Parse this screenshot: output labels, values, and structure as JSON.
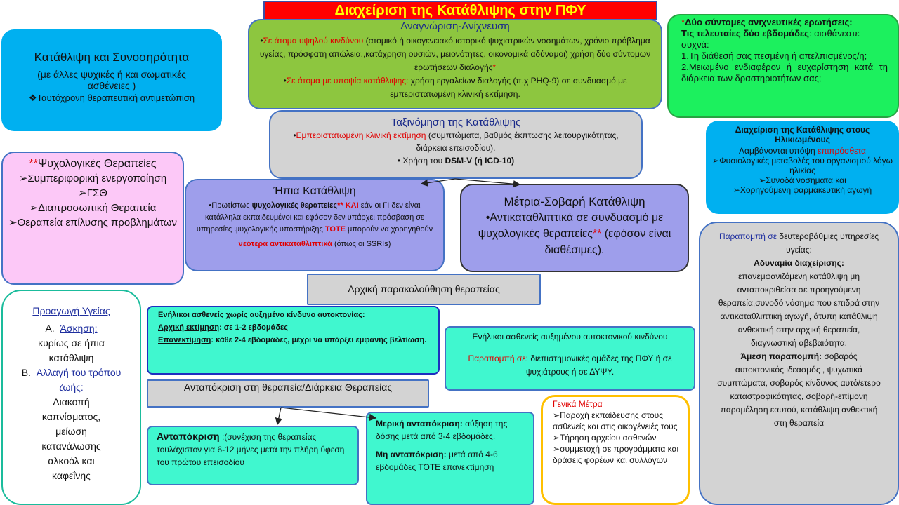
{
  "title": "Διαχείριση της Κατάθλιψης στην ΠΦΥ",
  "comorbidity": {
    "heading": "Κατάθλιψη και Συνοσηρότητα",
    "line1": "(με άλλες ψυχικές ή και σωματικές ασθένειες )",
    "line2": "Ταυτόχρονη θεραπευτική αντιμετώπιση",
    "bullet": "❖"
  },
  "recognition": {
    "heading": "Αναγνώριση-Ανίχνευση",
    "bullet": "•",
    "p1_label": "Σε άτομα υψηλού κινδύνου",
    "p1_text": " (ατομικό ή οικογενειακό ιστορικό ψυχιατρικών νοσημάτων, χρόνιο πρόβλημα υγείας, πρόσφατη απώλεια,,κατάχρηση ουσιών, μειονότητες, οικονομικά αδύναμοι) χρήση δύο σύντομων ερωτήσεων διαλογής",
    "p1_star": "*",
    "p2_label": "Σε άτομα με υποψία κατάθλιψης:",
    "p2_text": " χρήση εργαλείων διαλογής (π.χ PHQ-9) σε συνδυασμό με εμπεριστατωμένη κλινική εκτίμηση."
  },
  "questions": {
    "star": "*",
    "heading": "Δύο σύντομες ανιχνευτικές ερωτήσεις:",
    "lead_bold": "Τις τελευταίες δύο εβδομάδες",
    "lead_rest": ": αισθάνεστε συχνά:",
    "q1": "1.Τη διάθεσή σας πεσμένη ή απελπισμένος/η;",
    "q2": "2.Μειωμένο ενδιαφέρον ή ευχαρίστηση κατά τη διάρκεια των δραστηριοτήτων σας;"
  },
  "classification": {
    "heading": "Ταξινόμηση της Κατάθλιψης",
    "bullet": "•",
    "p1_label": "Εμπεριστατωμένη κλινική εκτίμηση",
    "p1_text": " (συμπτώματα, βαθμός έκπτωσης λειτουργικότητας, διάρκεια επεισοδίου).",
    "p2_text": "Χρήση του ",
    "p2_bold": "DSM-V (ή ICD-10)"
  },
  "elderly": {
    "heading": "Διαχείριση της Κατάθλιψης στους Ηλικιωμένους",
    "line1": "Λαμβάνονται υπόψη ",
    "line1_red": "επιπρόσθετα",
    "arrow": "➢",
    "items": [
      "Φυσιολογικές μεταβολές του οργανισμού λόγω ηλικίας",
      "Συνοδά νοσήματα και",
      "Χορηγούμενη φαρμακευτική αγωγή"
    ]
  },
  "psych": {
    "stars": "**",
    "heading": "Ψυχολογικές Θεραπείες",
    "arrow": "➢",
    "items": [
      "Συμπεριφορική ενεργοποίηση",
      "ΓΣΘ",
      "Διαπροσωπική Θεραπεία",
      "Θεραπεία επίλυσης προβλημάτων"
    ]
  },
  "mild": {
    "heading": "Ήπια Κατάθλιψη",
    "t1": "•Πρωτίστως ",
    "t2_bold": "ψυχολογικές θεραπείες",
    "t3_red": "** ΚΑΙ",
    "t4": " εάν οι ΓΙ δεν είναι κατάλληλα εκπαιδευμένοι και εφόσον δεν υπάρχει πρόσβαση σε υπηρεσίες ψυχολογικής υποστήριξης ",
    "t5_red": "ΤΟΤΕ",
    "t6": " μπορούν να χορηγηθούν",
    "t7_red": "νεότερα αντικαταθλιπτικά",
    "t8": " (όπως οι SSRIs)"
  },
  "moderate": {
    "heading": "Μέτρια-Σοβαρή Κατάθλιψη",
    "t1": "•Αντικαταθλιπτικά σε συνδυασμό με ψυχολογικές θεραπείες",
    "t2_red": "**",
    "t3": " (εφόσον είναι διαθέσιμες)."
  },
  "referral": {
    "l1_blue": "Παραπομπή σε",
    "l1": " δευτεροβάθμιες υπηρεσίες υγείας:",
    "l2_bold": "Αδυναμία διαχείρισης:",
    "l3": "επανεμφανιζόμενη κατάθλιψη μη ανταποκριθείσα σε προηγούμενη θεραπεία,συνοδό νόσημα που επιδρά στην αντικαταθλιπτική αγωγή, άτυπη κατάθλιψη ανθεκτική στην αρχική θεραπεία, διαγνωστική αβεβαιότητα.",
    "l4_bold": "Άμεση παραπομπή:",
    "l4": " σοβαρός αυτοκτονικός ιδεασμός , ψυχωτικά συμπτώματα, σοβαρός κίνδυνος αυτό/ετερο καταστροφικότητας, σοβαρή-επίμονη παραμέληση εαυτού, κατάθλιψη ανθεκτική στη θεραπεία"
  },
  "promotion": {
    "heading": "Προαγωγή Υγείας",
    "a_marker": "A.",
    "a_title": "Άσκηση:",
    "a_text": "κυρίως σε ήπια κατάθλιψη",
    "b_marker": "B.",
    "b_title": "Αλλαγή του τρόπου ζωής:",
    "b_text": "Διακοπή καπνίσματος, μείωση κατανάλωσης αλκοόλ και καφεΐνης"
  },
  "initial_followup": {
    "label": "Αρχική παρακολούθηση θεραπείας"
  },
  "adults_no_risk": {
    "heading": "Ενήλικοι ασθενείς χωρίς αυξημένο κίνδυνο αυτοκτονίας:",
    "l1_label": "Αρχική εκτίμηση",
    "l1": ": σε 1-2 εβδομάδες",
    "l2_label": "Επανεκτίμηση",
    "l2": ": κάθε 2-4 εβδομάδες, μέχρι να υπάρξει εμφανής βελτίωση."
  },
  "adults_risk": {
    "heading": "Ενήλικοι ασθενείς αυξημένου αυτοκτονικού κινδύνου",
    "label_red": "Παραπομπή σε:",
    "text": " διεπιστημονικές ομάδες της ΠΦΥ ή σε ψυχιάτρους ή σε ΔΥΨΥ."
  },
  "response_duration": {
    "label": "Ανταπόκριση στη θεραπεία/Διάρκεια Θεραπείας"
  },
  "response": {
    "label": "Ανταπόκριση",
    "text": " :(συνέχιση της θεραπείας τουλάχιστον για 6-12 μήνες μετά την πλήρη ύφεση του πρώτου επεισοδίου"
  },
  "partial": {
    "p_label": "Μερική ανταπόκριση:",
    "p_text": " αύξηση της δόσης μετά από 3-4 εβδομάδες.",
    "n_label": "Μη ανταπόκριση:",
    "n_text": " μετά από 4-6 εβδομάδες ΤΟΤΕ επανεκτίμηση"
  },
  "general": {
    "heading": "Γενικά Μέτρα",
    "arrow": "➢",
    "items": [
      "Παροχή εκπαίδευσης στους ασθενείς και στις οικογένειές τους",
      "Τήρηση αρχείου ασθενών",
      "συμμετοχή σε προγράμματα και δράσεις φορέων και συλλόγων"
    ]
  },
  "colors": {
    "green": "#8dc63f",
    "bright_green": "#1cf05e",
    "sky": "#00b0f0",
    "pink": "#fcc8f7",
    "lavender": "#9e9eeb",
    "grey": "#d3d3d3",
    "aqua": "#40f7cf",
    "title_red": "#ff0000",
    "gold": "#ffc000"
  }
}
